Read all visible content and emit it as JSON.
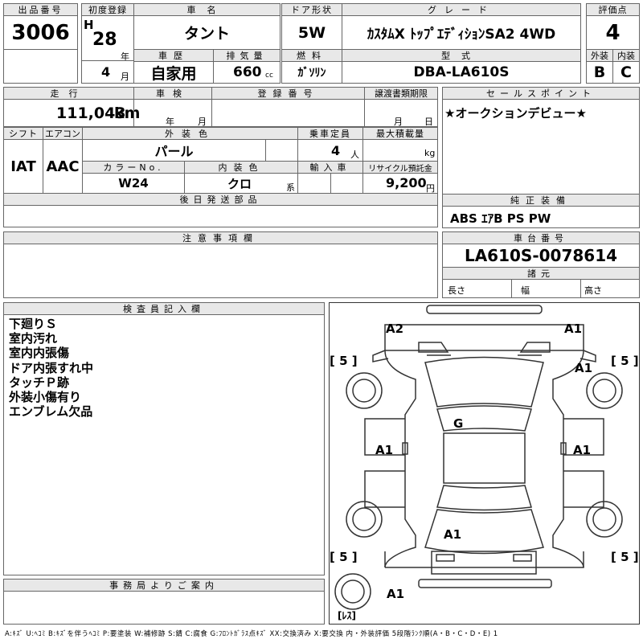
{
  "header": {
    "lot_label": "出品番号",
    "lot_no": "3006",
    "first_reg_label": "初度登録",
    "era": "H",
    "year": "28",
    "year_unit": "年",
    "month": "4",
    "month_unit": "月",
    "model_label": "車名",
    "model": "タント",
    "history_label": "車歴",
    "history": "自家用",
    "displacement_label": "排気量",
    "displacement": "660",
    "displacement_unit": "cc",
    "door_label": "ドア形状",
    "door": "5W",
    "fuel_label": "燃料",
    "fuel": "ｶﾞｿﾘﾝ",
    "grade_label": "グレード",
    "grade": "ｶｽﾀﾑX ﾄｯﾌﾟｴﾃﾞｨｼｮﾝSA2 4WD",
    "type_label": "型式",
    "type": "DBA-LA610S",
    "score_label": "評価点",
    "score": "4",
    "ext_label": "外装",
    "ext": "B",
    "int_label": "内装",
    "int": "C"
  },
  "row2": {
    "mileage_label": "走行",
    "mileage": "111,043",
    "mileage_unit": "km",
    "inspection_label": "車検",
    "insp_year_unit": "年",
    "insp_month_unit": "月",
    "plate_label": "登録番号",
    "transfer_label": "譲渡書類期限",
    "transfer_month_unit": "月",
    "transfer_day_unit": "日",
    "shift_label": "シフト",
    "shift": "IAT",
    "ac_label": "エアコン",
    "ac": "AAC",
    "color_label": "外装色",
    "color": "パール",
    "capacity_label": "乗車定員",
    "capacity": "4",
    "capacity_unit": "人",
    "load_label": "最大積載量",
    "load_unit": "kg",
    "color_no_label": "カラーNo.",
    "color_no": "W24",
    "interior_color_label": "内装色",
    "interior_color": "クロ",
    "interior_color_unit": "系",
    "import_label": "輸入車",
    "recycle_label": "リサイクル預託金",
    "recycle": "9,200",
    "recycle_unit": "円",
    "later_parts_label": "後日発送部品"
  },
  "sales_point": {
    "label": "セールスポイント",
    "text": "★オークションデビュー★"
  },
  "equipment": {
    "label": "純正装備",
    "text": "ABS ｴｱB PS PW"
  },
  "notes": {
    "label": "注意事項欄"
  },
  "chassis": {
    "label": "車台番号",
    "value": "LA610S-0078614",
    "spec_label": "諸元",
    "length_label": "長さ",
    "width_label": "幅",
    "height_label": "高さ"
  },
  "inspector": {
    "label": "検査員記入欄",
    "lines": [
      "下廻りＳ",
      "室内汚れ",
      "室内内張傷",
      "ドア内張すれ中",
      "タッチＰ跡",
      "外装小傷有り",
      "エンブレム欠品"
    ]
  },
  "office": {
    "label": "事務局よりご案内"
  },
  "diagram": {
    "damage_marks": [
      "A2",
      "A1",
      "A1",
      "G",
      "A1",
      "A1",
      "A1",
      "A1"
    ],
    "tire_tl": "[ 5 ]",
    "tire_tr": "[ 5 ]",
    "tire_bl": "[ 5 ]",
    "tire_br": "[ 5 ]",
    "spare": "[ﾚｽ]"
  },
  "legend": "A:ｷｽﾞ  U:ﾍｺﾐ B:ｷｽﾞを伴うﾍｺﾐ P:要塗装 W:補修跡 S:錆 C:腐食 G:ﾌﾛﾝﾄｶﾞﾗｽ点ｷｽﾞ XX:交換済み X:要交換  内・外装評価  5段階ﾗﾝｸ順(A・B・C・D・E) 1"
}
